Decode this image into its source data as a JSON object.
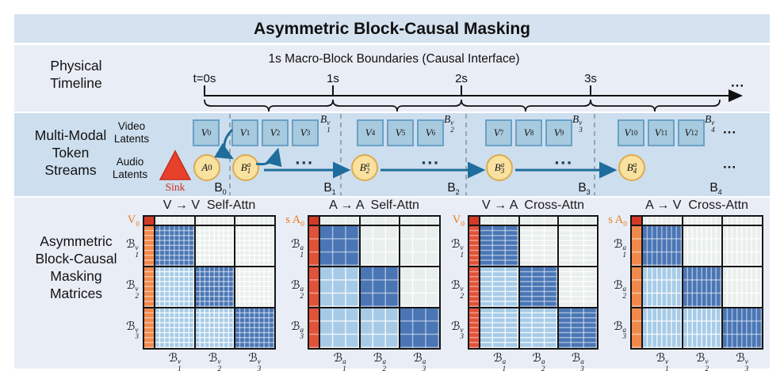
{
  "title": "Asymmetric Block-Causal Masking",
  "left_labels": {
    "timeline": [
      "Physical",
      "Timeline"
    ],
    "streams": [
      "Multi-Modal",
      "Token",
      "Streams"
    ],
    "matrices": [
      "Asymmetric",
      "Block-Causal",
      "Masking",
      "Matrices"
    ]
  },
  "timeline": {
    "header": "1s Macro-Block Boundaries (Causal Interface)",
    "ticks": [
      "t=0s",
      "1s",
      "2s",
      "3s"
    ],
    "ellipsis": "···"
  },
  "streams": {
    "video_label": [
      "Video",
      "Latents"
    ],
    "audio_label": [
      "Audio",
      "Latents"
    ],
    "sink_label": "Sink",
    "video_tokens": [
      {
        "base": "V",
        "sub": "0"
      },
      {
        "base": "V",
        "sub": "1"
      },
      {
        "base": "V",
        "sub": "2"
      },
      {
        "base": "V",
        "sub": "3"
      },
      {
        "base": "V",
        "sub": "4"
      },
      {
        "base": "V",
        "sub": "5"
      },
      {
        "base": "V",
        "sub": "6"
      },
      {
        "base": "V",
        "sub": "7"
      },
      {
        "base": "V",
        "sub": "8"
      },
      {
        "base": "V",
        "sub": "9"
      },
      {
        "base": "V",
        "sub": "10"
      },
      {
        "base": "V",
        "sub": "11"
      },
      {
        "base": "V",
        "sub": "12"
      }
    ],
    "video_group_labels": [
      {
        "base": "B",
        "sup": "v",
        "sub": "1"
      },
      {
        "base": "B",
        "sup": "v",
        "sub": "2"
      },
      {
        "base": "B",
        "sup": "v",
        "sub": "3"
      },
      {
        "base": "B",
        "sup": "v",
        "sub": "4"
      }
    ],
    "audio_tokens": [
      {
        "base": "A",
        "sup": "",
        "sub": "0"
      },
      {
        "base": "B",
        "sup": "a",
        "sub": "1"
      },
      {
        "base": "B",
        "sup": "a",
        "sub": "2"
      },
      {
        "base": "B",
        "sup": "a",
        "sub": "3"
      },
      {
        "base": "B",
        "sup": "a",
        "sub": "4"
      }
    ],
    "block_labels": [
      {
        "base": "B",
        "sub": "0"
      },
      {
        "base": "B",
        "sub": "1"
      },
      {
        "base": "B",
        "sub": "2"
      },
      {
        "base": "B",
        "sub": "3"
      },
      {
        "base": "B",
        "sub": "4"
      }
    ],
    "arrow_dots": "···",
    "video_ellipsis": "···",
    "audio_ellipsis": "···"
  },
  "matrices": [
    {
      "title": "V → V  Self-Attn",
      "corner_s": "",
      "corner_base": "V",
      "corner_sub": "0",
      "rows": [
        {
          "base": "ℬ",
          "sup": "v",
          "sub": "1"
        },
        {
          "base": "ℬ",
          "sup": "v",
          "sub": "2"
        },
        {
          "base": "ℬ",
          "sup": "v",
          "sub": "3"
        }
      ],
      "cols": [
        {
          "base": "ℬ",
          "sup": "v",
          "sub": "1"
        },
        {
          "base": "ℬ",
          "sup": "v",
          "sub": "2"
        },
        {
          "base": "ℬ",
          "sup": "v",
          "sub": "3"
        }
      ],
      "sink": "orange",
      "row_cells": 8,
      "col_cells": 8,
      "pattern": [
        [
          "full",
          "mask",
          "mask"
        ],
        [
          "past",
          "full",
          "mask"
        ],
        [
          "past",
          "past",
          "full"
        ]
      ]
    },
    {
      "title": "A → A  Self-Attn",
      "corner_s": "s",
      "corner_base": "A",
      "corner_sub": "0",
      "rows": [
        {
          "base": "ℬ",
          "sup": "a",
          "sub": "1"
        },
        {
          "base": "ℬ",
          "sup": "a",
          "sub": "2"
        },
        {
          "base": "ℬ",
          "sup": "a",
          "sub": "3"
        }
      ],
      "cols": [
        {
          "base": "ℬ",
          "sup": "a",
          "sub": "1"
        },
        {
          "base": "ℬ",
          "sup": "a",
          "sub": "2"
        },
        {
          "base": "ℬ",
          "sup": "a",
          "sub": "3"
        }
      ],
      "sink": "red",
      "row_cells": 3,
      "col_cells": 3,
      "pattern": [
        [
          "full",
          "mask",
          "mask"
        ],
        [
          "past",
          "full",
          "mask"
        ],
        [
          "past",
          "past",
          "full"
        ]
      ]
    },
    {
      "title": "V → A  Cross-Attn",
      "corner_s": "",
      "corner_base": "V",
      "corner_sub": "0",
      "rows": [
        {
          "base": "ℬ",
          "sup": "v",
          "sub": "1"
        },
        {
          "base": "ℬ",
          "sup": "v",
          "sub": "2"
        },
        {
          "base": "ℬ",
          "sup": "v",
          "sub": "3"
        }
      ],
      "cols": [
        {
          "base": "ℬ",
          "sup": "a",
          "sub": "1"
        },
        {
          "base": "ℬ",
          "sup": "a",
          "sub": "2"
        },
        {
          "base": "ℬ",
          "sup": "a",
          "sub": "3"
        }
      ],
      "sink": "red",
      "row_cells": 8,
      "col_cells": 3,
      "pattern": [
        [
          "full",
          "mask",
          "mask"
        ],
        [
          "past",
          "full",
          "mask"
        ],
        [
          "past",
          "past",
          "full"
        ]
      ]
    },
    {
      "title": "A → V  Cross-Attn",
      "corner_s": "s",
      "corner_base": "A",
      "corner_sub": "0",
      "rows": [
        {
          "base": "ℬ",
          "sup": "a",
          "sub": "1"
        },
        {
          "base": "ℬ",
          "sup": "a",
          "sub": "2"
        },
        {
          "base": "ℬ",
          "sup": "a",
          "sub": "3"
        }
      ],
      "cols": [
        {
          "base": "ℬ",
          "sup": "v",
          "sub": "1"
        },
        {
          "base": "ℬ",
          "sup": "v",
          "sub": "2"
        },
        {
          "base": "ℬ",
          "sup": "v",
          "sub": "3"
        }
      ],
      "sink": "orange",
      "row_cells": 3,
      "col_cells": 8,
      "pattern": [
        [
          "full",
          "mask",
          "mask"
        ],
        [
          "past",
          "full",
          "mask"
        ],
        [
          "past",
          "past",
          "full"
        ]
      ]
    }
  ],
  "colors": {
    "band_dark": "#d5e2ef",
    "band_light": "#e9edf6",
    "band_tokens": "#cddeee",
    "mask_full": "#4a76b5",
    "mask_past": "#a7cbe7",
    "mask_empty": "#e9efec",
    "sink_orange": "#f2894c",
    "sink_red": "#e2513a",
    "corner_red": "#d43a28",
    "video_token_fill": "#a8cadf",
    "video_token_border": "#69a1c6",
    "audio_token_fill": "#f9e1a0",
    "audio_token_border": "#ddab4e",
    "arrow_teal": "#1e6d9c",
    "sink_triangle": "#e7402b",
    "orange_label": "#e87c1e"
  }
}
